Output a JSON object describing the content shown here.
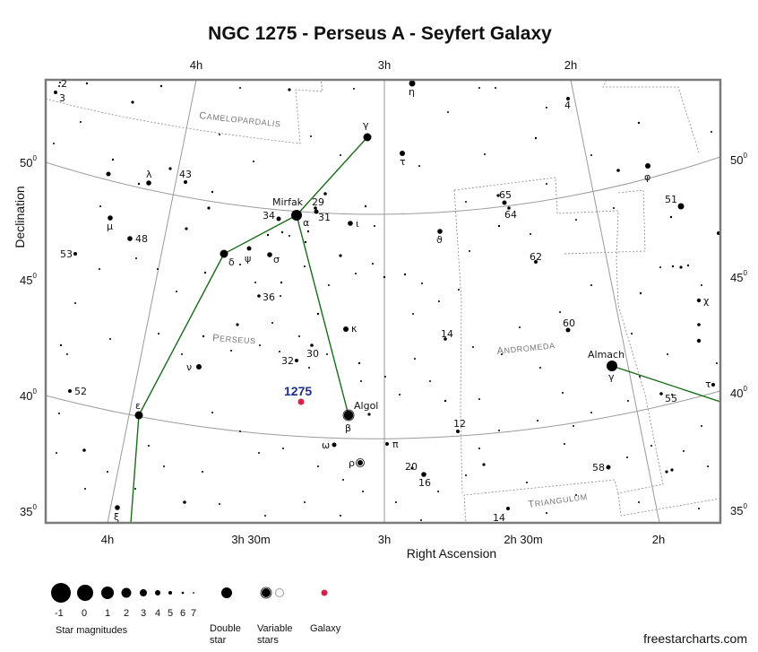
{
  "title": "NGC 1275 - Perseus A - Seyfert Galaxy",
  "credit": "freestarcharts.com",
  "colors": {
    "figure_line": "#1a6b1a",
    "galaxy": "#d6224a",
    "galaxy_label": "#1a2c8f",
    "grid": "#9a9a9a",
    "boundary": "#888888",
    "frame": "#7a7a7a"
  },
  "chart_data": {
    "type": "star_chart",
    "title": "NGC 1275 - Perseus A - Seyfert Galaxy",
    "xlabel": "Right Ascension",
    "ylabel": "Declination",
    "x_ticks_top": [
      "4h",
      "3h",
      "2h"
    ],
    "x_ticks_bottom": [
      "4h",
      "3h 30m",
      "3h",
      "2h 30m",
      "2h"
    ],
    "y_ticks": [
      {
        "label": "50",
        "sup": "0"
      },
      {
        "label": "45",
        "sup": "0"
      },
      {
        "label": "40",
        "sup": "0"
      },
      {
        "label": "35",
        "sup": "0"
      }
    ],
    "constellations": [
      "Camelopardalis",
      "Perseus",
      "Andromeda",
      "Triangulum"
    ],
    "named_stars": [
      "Mirfak",
      "Algol",
      "Almach"
    ],
    "target": {
      "label": "1275",
      "ra": "3h 19.8m",
      "dec": "+41° 31′"
    },
    "star_labels": [
      "2",
      "3",
      "η",
      "4",
      "γ",
      "τ",
      "φ",
      "λ",
      "43",
      "μ",
      "48",
      "53",
      "34",
      "29",
      "31",
      "α",
      "ι",
      "65",
      "64",
      "51",
      "ϑ",
      "δ",
      "ψ",
      "σ",
      "62",
      "36",
      "60",
      "χ",
      "κ",
      "14",
      "30",
      "32",
      "ν",
      "52",
      "ε",
      "β",
      "12",
      "τ",
      "55",
      "ω",
      "π",
      "ρ",
      "20",
      "16",
      "58",
      "ξ",
      "14",
      "γ"
    ]
  },
  "legend": {
    "magnitudes": [
      "-1",
      "0",
      "1",
      "2",
      "3",
      "4",
      "5",
      "6",
      "7"
    ],
    "magnitudes_caption": "Star magnitudes",
    "double_star": [
      "Double",
      "star"
    ],
    "variable_stars": [
      "Variable",
      "stars"
    ],
    "galaxy": "Galaxy"
  }
}
